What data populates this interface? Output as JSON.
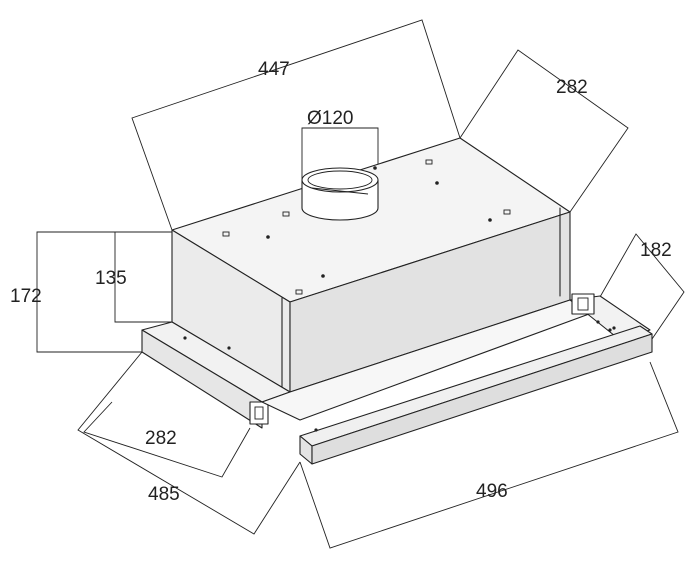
{
  "diagram": {
    "dimensions": {
      "width_top": "447",
      "depth_top": "282",
      "duct_diameter": "Ø120",
      "height_total": "172",
      "height_body": "135",
      "depth_side": "282",
      "width_body": "485",
      "width_front": "496",
      "depth_extension": "182"
    },
    "colors": {
      "line": "#222222",
      "face_top": "#f4f4f4",
      "face_front": "#ebebeb",
      "face_side": "#e2e2e2",
      "background": "#ffffff"
    }
  }
}
